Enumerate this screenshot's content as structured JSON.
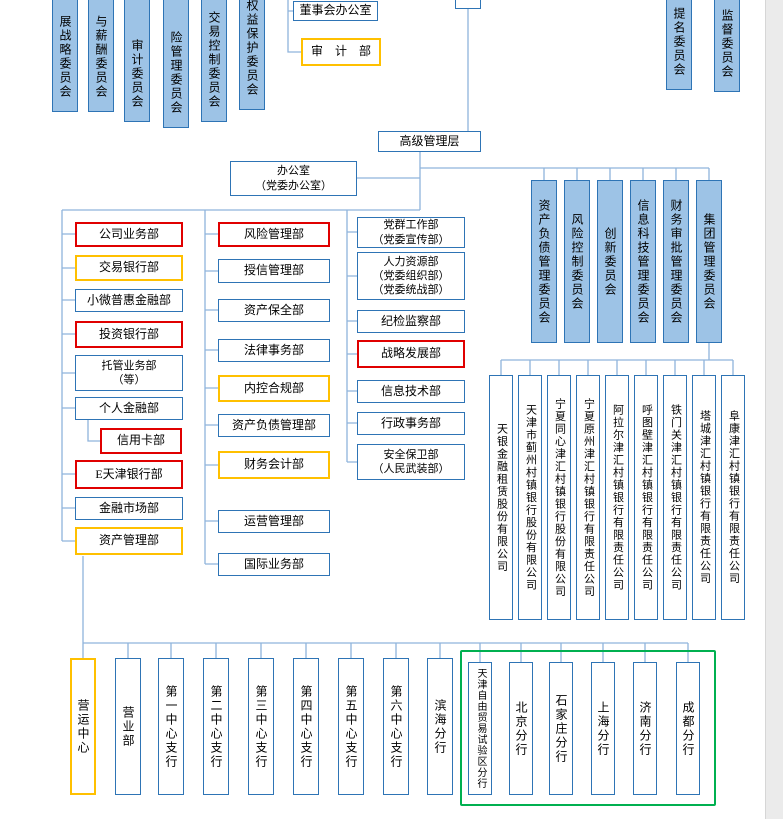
{
  "colors": {
    "box_border": "#2E74B5",
    "blue_fill": "#9DC3E6",
    "highlight_red": "#E00000",
    "highlight_yellow": "#FFC000",
    "group_green": "#00B050",
    "connector": "#8FB4DC"
  },
  "top_committees_left": [
    "展战略委员会",
    "与薪酬委员会",
    "审计委员会",
    "险管理委员会",
    "交易控制委员会",
    "权益保护委员会"
  ],
  "top_committees_right": [
    "提名委员会",
    "监督委员会"
  ],
  "board_office": "董事会办公室",
  "audit_dept": "审　计　部",
  "senior_management": "高级管理层",
  "office": "办公室\n（党委办公室）",
  "management_committees": [
    "资产负债管理委员会",
    "风险控制委员会",
    "创新委员会",
    "信息科技管理委员会",
    "财务审批管理委员会",
    "集团管理委员会"
  ],
  "departments_col1": [
    "公司业务部",
    "交易银行部",
    "小微普惠金融部",
    "投资银行部",
    "托管业务部\n（等）",
    "个人金融部",
    "信用卡部",
    "E天津银行部",
    "金融市场部",
    "资产管理部"
  ],
  "departments_col2": [
    "风险管理部",
    "授信管理部",
    "资产保全部",
    "法律事务部",
    "内控合规部",
    "资产负债管理部",
    "财务会计部",
    "运营管理部",
    "国际业务部"
  ],
  "departments_col3": [
    "党群工作部\n（党委宣传部）",
    "人力资源部\n（党委组织部）\n（党委统战部）",
    "纪检监察部",
    "战略发展部",
    "信息技术部",
    "行政事务部",
    "安全保卫部\n（人民武装部）"
  ],
  "subsidiaries": [
    "天银金融租赁股份有限公司",
    "天津市蓟州村镇银行股份有限公司",
    "宁夏同心津汇村镇银行股份有限公司",
    "宁夏原州津汇村镇银行有限责任公司",
    "阿拉尔津汇村镇银行有限责任公司",
    "呼图壁津汇村镇银行有限责任公司",
    "铁门关津汇村镇银行有限责任公司",
    "塔城津汇村镇银行有限责任公司",
    "阜康津汇村镇银行有限责任公司"
  ],
  "branches": [
    "营运中心",
    "营业部",
    "第一中心支行",
    "第二中心支行",
    "第三中心支行",
    "第四中心支行",
    "第五中心支行",
    "第六中心支行",
    "滨海分行"
  ],
  "branches_green_group": [
    "天津自由贸易试验区分行",
    "北京分行",
    "石家庄分行",
    "上海分行",
    "济南分行",
    "成都分行"
  ]
}
